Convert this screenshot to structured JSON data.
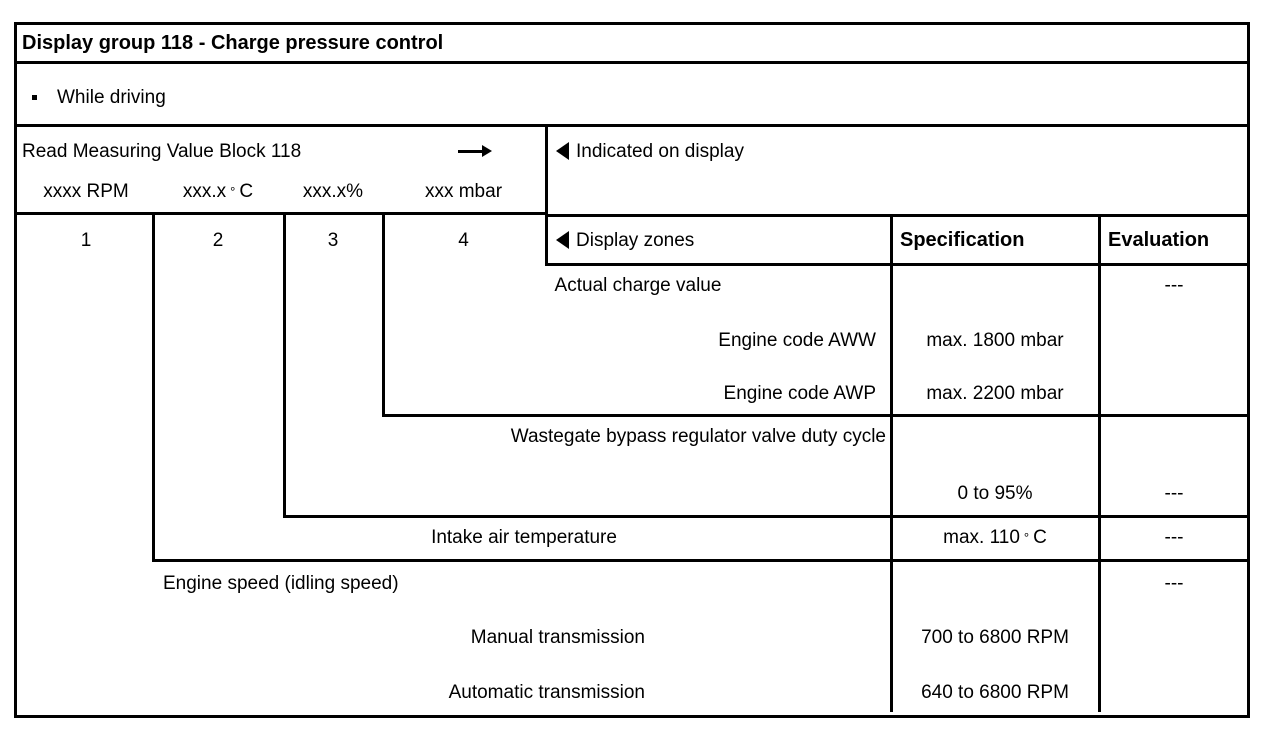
{
  "document": {
    "title": "Display group 118 - Charge pressure control",
    "condition": "While driving"
  },
  "measuring_block": {
    "read_label": "Read Measuring Value Block 118",
    "arrow_icon": "right-arrow-icon",
    "units": [
      "xxxx RPM",
      "xxx.x ° C",
      "xxx.x%",
      "xxx mbar"
    ],
    "unit_1": "xxxx RPM",
    "unit_2_value": "xxx.x",
    "unit_2_suffix": "C",
    "unit_3": "xxx.x%",
    "unit_4": "xxx mbar",
    "zone_numbers": [
      "1",
      "2",
      "3",
      "4"
    ],
    "zone_1": "1",
    "zone_2": "2",
    "zone_3": "3",
    "zone_4": "4"
  },
  "headers": {
    "indicated_on_display": "Indicated on display",
    "display_zones": "Display zones",
    "specification": "Specification",
    "evaluation": "Evaluation",
    "marker_icon": "left-triangle-icon"
  },
  "rows": [
    {
      "label": "Actual charge value",
      "specification": "",
      "evaluation": "---",
      "sub_rows": [
        {
          "label": "Engine code AWW",
          "specification": "max. 1800 mbar"
        },
        {
          "label": "Engine code AWP",
          "specification": "max. 2200 mbar"
        }
      ]
    },
    {
      "label": "Wastegate bypass regulator valve duty cycle",
      "specification": "0 to 95%",
      "evaluation": "---",
      "sub_rows": []
    },
    {
      "label": "Intake air temperature",
      "specification_value": "max. 110",
      "specification_suffix": "C",
      "evaluation": "---",
      "sub_rows": []
    },
    {
      "label": "Engine speed (idling speed)",
      "specification": "",
      "evaluation": "---",
      "sub_rows": [
        {
          "label": "Manual transmission",
          "specification": "700 to 6800 RPM"
        },
        {
          "label": "Automatic transmission",
          "specification": "640 to 6800 RPM"
        }
      ]
    }
  ],
  "colors": {
    "rule": "#000000",
    "text": "#000000",
    "background": "#ffffff"
  }
}
